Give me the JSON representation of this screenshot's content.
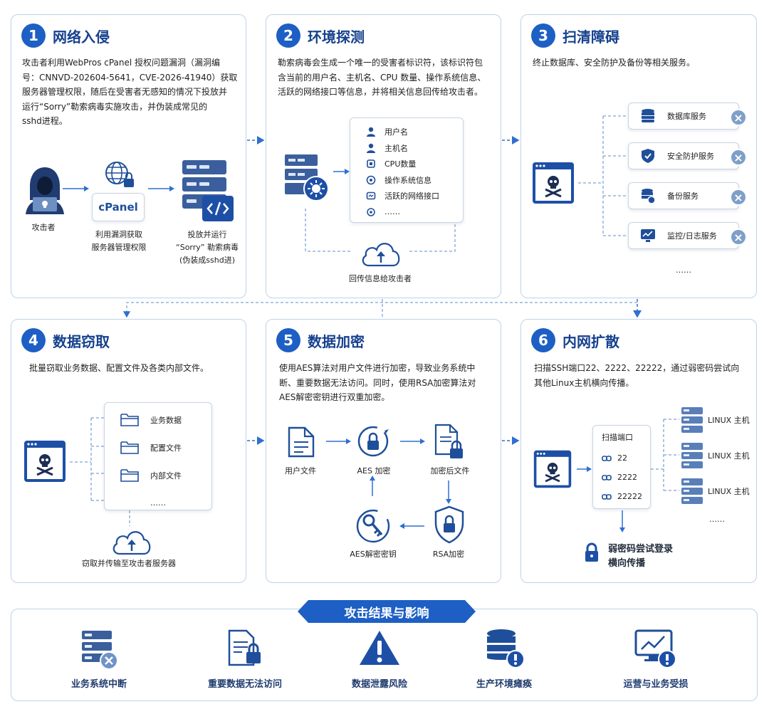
{
  "colors": {
    "primary": "#1d5fc4",
    "dark_blue": "#16418e",
    "icon_blue": "#1f4f9a",
    "border": "#bcd3ec",
    "badge": "#7f9fc8"
  },
  "steps": [
    {
      "num": "1",
      "title": "网络入侵",
      "desc_lines": [
        "攻击者利用WebPros  cPanel  授权问题漏洞（漏洞编",
        "号：CNNVD-202604-5641，CVE-2026-41940）获取",
        "服务器管理权限，随后在受害者无感知的情况下投放并",
        "运行“Sorry”勒索病毒实施攻击，并伪装成常见的",
        "sshd进程。"
      ],
      "attacker_label": "攻击者",
      "cpanel_text": "cPanel",
      "cpanel_label_1": "利用漏洞获取",
      "cpanel_label_2": "服务器管理权限",
      "deploy_label_1": "投放并运行",
      "deploy_label_2": "“Sorry” 勒索病毒",
      "deploy_label_3": "(伪装成sshd进)"
    },
    {
      "num": "2",
      "title": "环境探测",
      "desc_lines": [
        "勒索病毒会生成一个唯一的受害者标识符，该标识符包",
        "含当前的用户名、主机名、CPU 数量、操作系统信息、",
        "活跃的网络接口等信息，并将相关信息回传给攻击者。"
      ],
      "items": [
        "用户名",
        "主机名",
        "CPU数量",
        "操作系统信息",
        "活跃的网络接口",
        "……"
      ],
      "upload_label": "回传信息给攻击者"
    },
    {
      "num": "3",
      "title": "扫清障碍",
      "desc_lines": [
        "终止数据库、安全防护及备份等相关服务。"
      ],
      "services": [
        "数据库服务",
        "安全防护服务",
        "备份服务",
        "监控/日志服务"
      ],
      "more": "……"
    },
    {
      "num": "4",
      "title": "数据窃取",
      "desc_lines": [
        "批量窃取业务数据、配置文件及各类内部文件。"
      ],
      "folders": [
        "业务数据",
        "配置文件",
        "内部文件"
      ],
      "more": "……",
      "upload_label": "窃取并传输至攻击者服务器"
    },
    {
      "num": "5",
      "title": "数据加密",
      "desc_lines": [
        "使用AES算法对用户文件进行加密，导致业务系统中",
        "断、重要数据无法访问。同时，使用RSA加密算法对",
        "AES解密密钥进行双重加密。"
      ],
      "user_file": "用户文件",
      "aes_encrypt": "AES 加密",
      "encrypted_file": "加密后文件",
      "aes_key": "AES解密密钥",
      "rsa_encrypt": "RSA加密"
    },
    {
      "num": "6",
      "title": "内网扩散",
      "desc_lines": [
        "扫描SSH端口22、2222、22222，通过弱密码尝试向",
        "其他Linux主机横向传播。"
      ],
      "scan_title": "扫描端口",
      "ports": [
        "22",
        "2222",
        "22222"
      ],
      "hosts": [
        "LINUX 主机",
        "LINUX 主机",
        "LINUX 主机"
      ],
      "more": "……",
      "weak_1": "弱密码尝试登录",
      "weak_2": "横向传播"
    }
  ],
  "result": {
    "title": "攻击结果与影响",
    "items": [
      "业务系统中断",
      "重要数据无法访问",
      "数据泄露风险",
      "生产环境瘫痪",
      "运营与业务受损"
    ]
  }
}
